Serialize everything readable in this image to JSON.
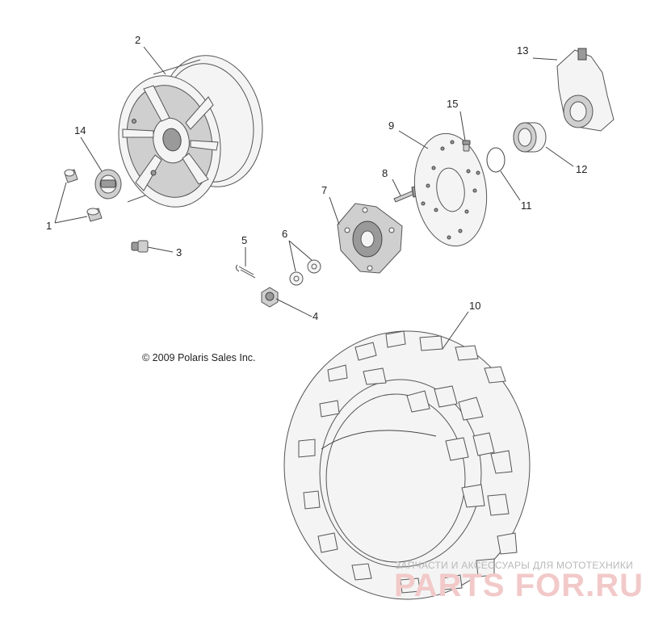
{
  "diagram": {
    "copyright": "© 2009 Polaris Sales Inc.",
    "callouts": {
      "c1": "1",
      "c2": "2",
      "c3": "3",
      "c4": "4",
      "c5": "5",
      "c6": "6",
      "c7": "7",
      "c8": "8",
      "c9": "9",
      "c10": "10",
      "c11": "11",
      "c12": "12",
      "c13": "13",
      "c14": "14",
      "c15": "15"
    }
  },
  "watermark": {
    "tagline": "ЗАПЧАСТИ И АКСЕССУАРЫ ДЛЯ МОТОТЕХНИКИ",
    "brand": "PARTS FOR.RU"
  }
}
